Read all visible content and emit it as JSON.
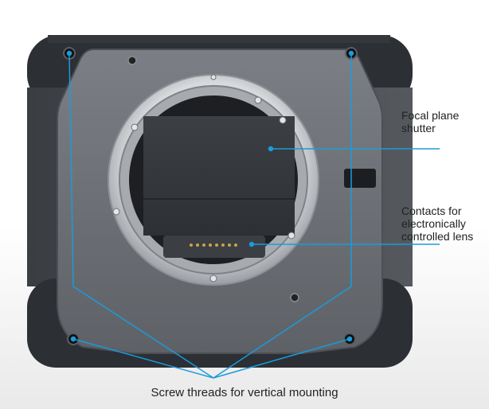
{
  "callouts": {
    "focal_plane_shutter": "Focal plane shutter",
    "contacts": "Contacts for electronically controlled lens",
    "screw_threads": "Screw threads for vertical mounting"
  },
  "colors": {
    "callout_line": "#1a9bdc",
    "body_dark": "#2b2e33",
    "faceplate": "#6e7278",
    "mount_metal": "#bfc2c6"
  }
}
